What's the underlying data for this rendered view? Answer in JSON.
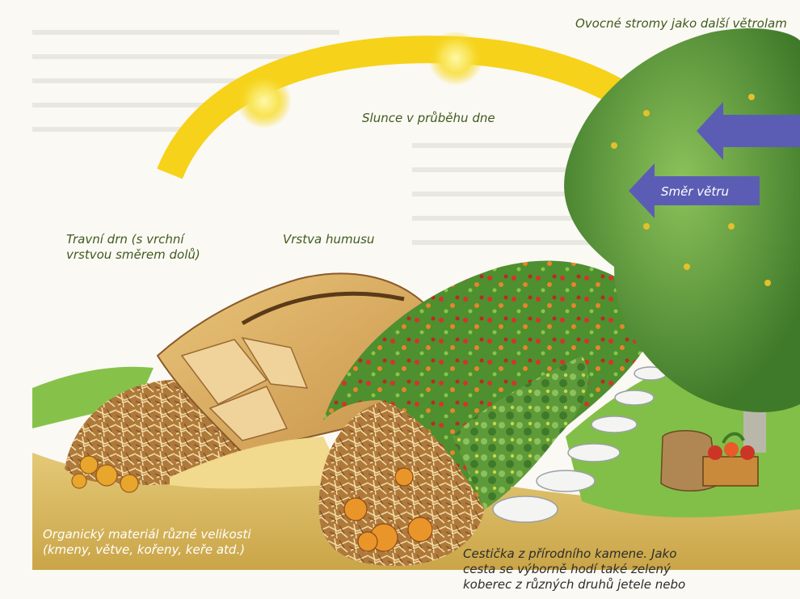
{
  "labels": {
    "orchard": "Ovocné stromy jako další větrolam",
    "sun": "Slunce v průběhu dne",
    "wind": "Směr větru",
    "turf_line1": "Travní drn (s vrchní",
    "turf_line2": "vrstvou směrem dolů)",
    "humus": "Vrstva humusu",
    "organic_line1": "Organický materiál různé velikosti",
    "organic_line2": "(kmeny, větve, kořeny, keře atd.)",
    "path_line1": "Cestička z přírodního kamene. Jako",
    "path_line2": "cesta se výborně hodí také zelený",
    "path_line3": "koberec z různých druhů jetele nebo"
  },
  "colors": {
    "sun_arc": "#f6d21a",
    "label_text": "#3f5a1d",
    "wind_arrow": "#5b5db5",
    "soil": "#d8b860",
    "grass": "#7fbd45",
    "tree_foliage": "#5f9a3a"
  },
  "icons": {
    "sun": "sun-glow",
    "wind": "left-arrow"
  }
}
